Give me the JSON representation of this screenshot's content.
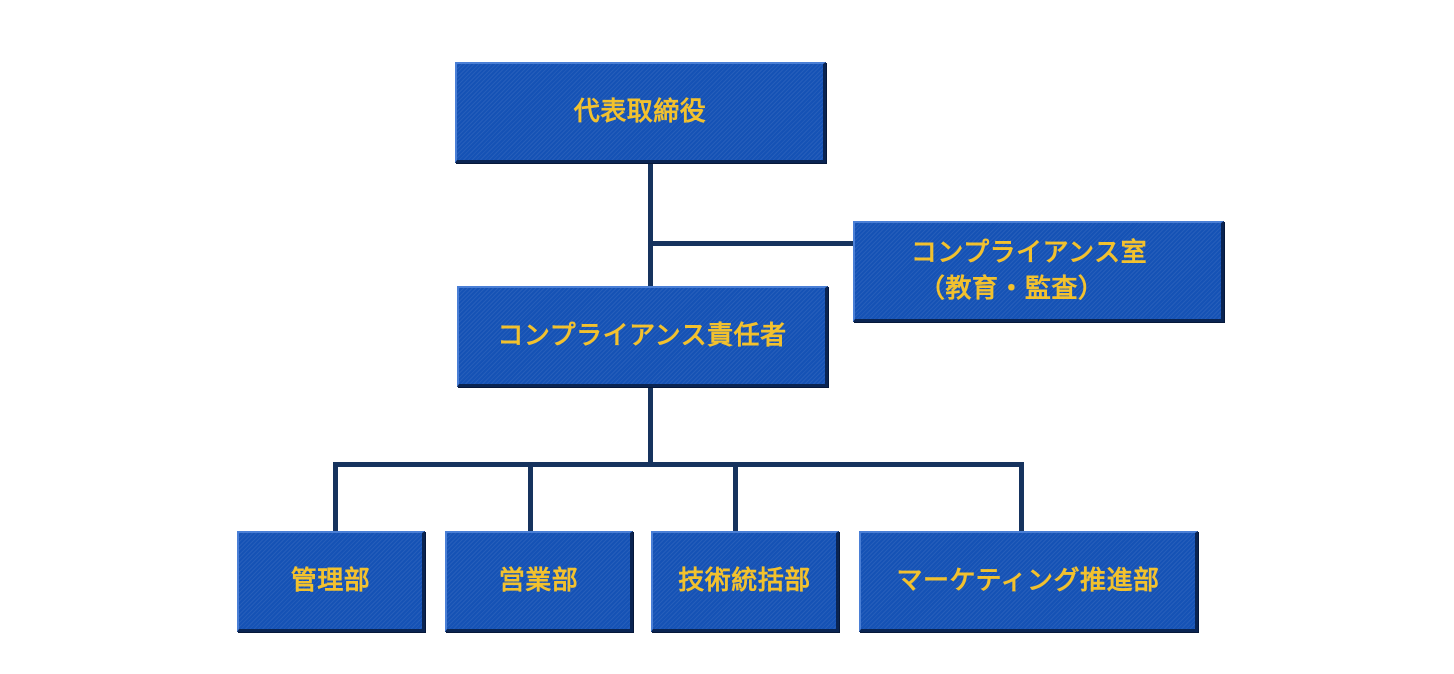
{
  "org_chart": {
    "ceo": "代表取締役",
    "compliance_office": {
      "line1": "コンプライアンス室",
      "line2": "（教育・監査）"
    },
    "compliance_officer": "コンプライアンス責任者",
    "departments": {
      "admin": "管理部",
      "sales": "営業部",
      "technology": "技術統括部",
      "marketing": "マーケティング推進部"
    }
  },
  "colors": {
    "box_fill": "#1552b5",
    "label_text": "#f2c12e",
    "connector": "#16335e",
    "background": "#ffffff"
  }
}
